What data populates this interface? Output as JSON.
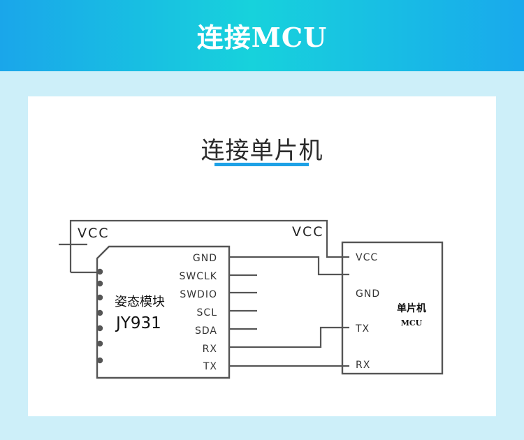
{
  "banner": {
    "title": "连接MCU"
  },
  "section": {
    "title": "连接单片机"
  },
  "colors": {
    "banner_start": "#1aa6ea",
    "banner_mid": "#17d2dc",
    "accent_underline": "#1ea1e6",
    "background": "#cdeff9",
    "wire": "#555555"
  },
  "diagram": {
    "vcc_left": "VCC",
    "vcc_right": "VCC",
    "module": {
      "name": "姿态模块",
      "model": "JY931",
      "pins": [
        "GND",
        "SWCLK",
        "SWDIO",
        "SCL",
        "SDA",
        "RX",
        "TX"
      ]
    },
    "mcu": {
      "name": "单片机",
      "subtitle": "MCU",
      "pins": [
        "VCC",
        "GND",
        "TX",
        "RX"
      ]
    },
    "connections": [
      {
        "from": "GND",
        "to": "GND"
      },
      {
        "from": "RX",
        "to": "TX"
      },
      {
        "from": "TX",
        "to": "RX"
      },
      {
        "from": "VCC",
        "to": "VCC"
      }
    ]
  }
}
